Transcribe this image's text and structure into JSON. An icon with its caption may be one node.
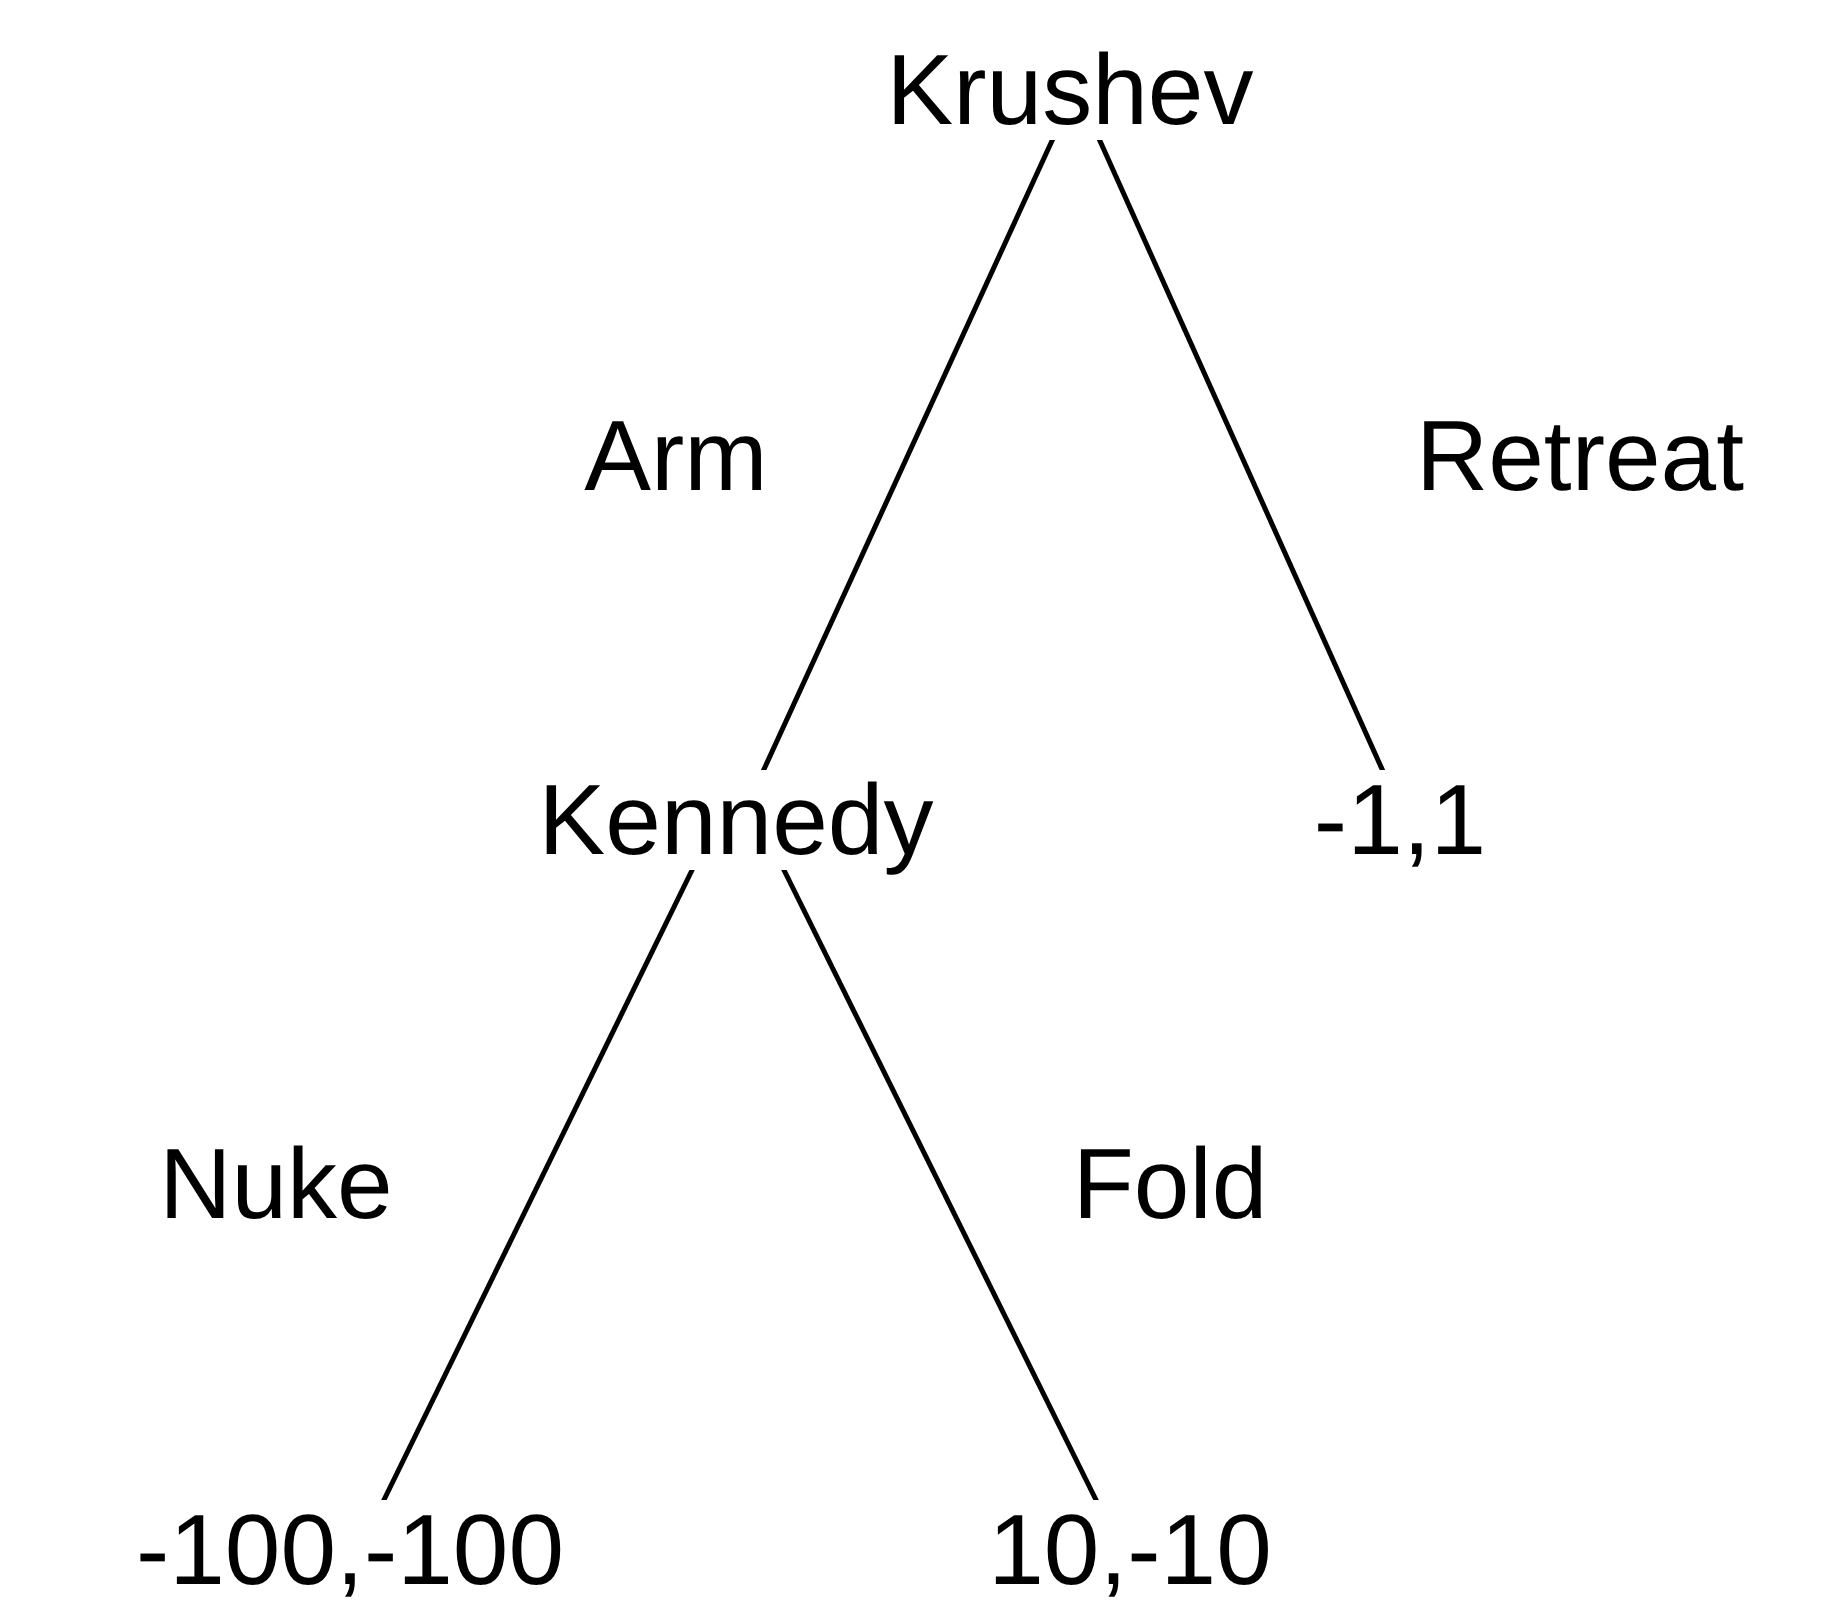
{
  "diagram": {
    "nodes": [
      {
        "text": [
          "Krushev"
        ]
      },
      {
        "text": [
          "Kennedy"
        ]
      },
      {
        "text": [
          "-1,1"
        ]
      },
      {
        "text": [
          "-100,-100"
        ]
      },
      {
        "text": [
          "10,-10"
        ]
      }
    ],
    "edges": [
      {
        "from": 0,
        "to": 1,
        "arrow": "none",
        "label": "Arm"
      },
      {
        "from": 0,
        "to": 2,
        "arrow": "none",
        "label": "Retreat"
      },
      {
        "from": 1,
        "to": 3,
        "arrow": "none",
        "label": "Nuke"
      },
      {
        "from": 1,
        "to": 4,
        "arrow": "none",
        "label": "Fold"
      }
    ]
  }
}
